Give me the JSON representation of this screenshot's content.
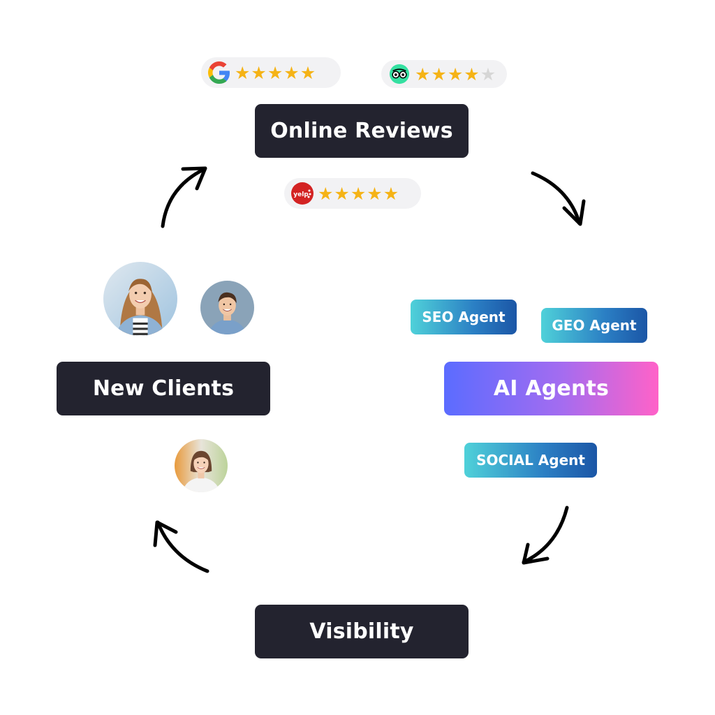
{
  "nodes": {
    "online_reviews": "Online Reviews",
    "ai_agents": "AI Agents",
    "visibility": "Visibility",
    "new_clients": "New Clients"
  },
  "agents": {
    "seo": "SEO Agent",
    "geo": "GEO Agent",
    "social": "SOCIAL Agent"
  },
  "reviews": [
    {
      "platform_icon": "google-icon",
      "rating": 5,
      "max": 5
    },
    {
      "platform_icon": "tripadvisor-icon",
      "rating": 4,
      "max": 5
    },
    {
      "platform_icon": "yelp-icon",
      "logo_text": "yelp",
      "rating": 5,
      "max": 5
    }
  ],
  "colors": {
    "node_bg": "#23232f",
    "star": "#f5b316",
    "star_empty": "#d6d6d6",
    "ai_gradient_start": "#5b6cff",
    "ai_gradient_end": "#ff62c8",
    "agent_gradient_start": "#4fd1d9",
    "agent_gradient_end": "#1b56a6"
  }
}
